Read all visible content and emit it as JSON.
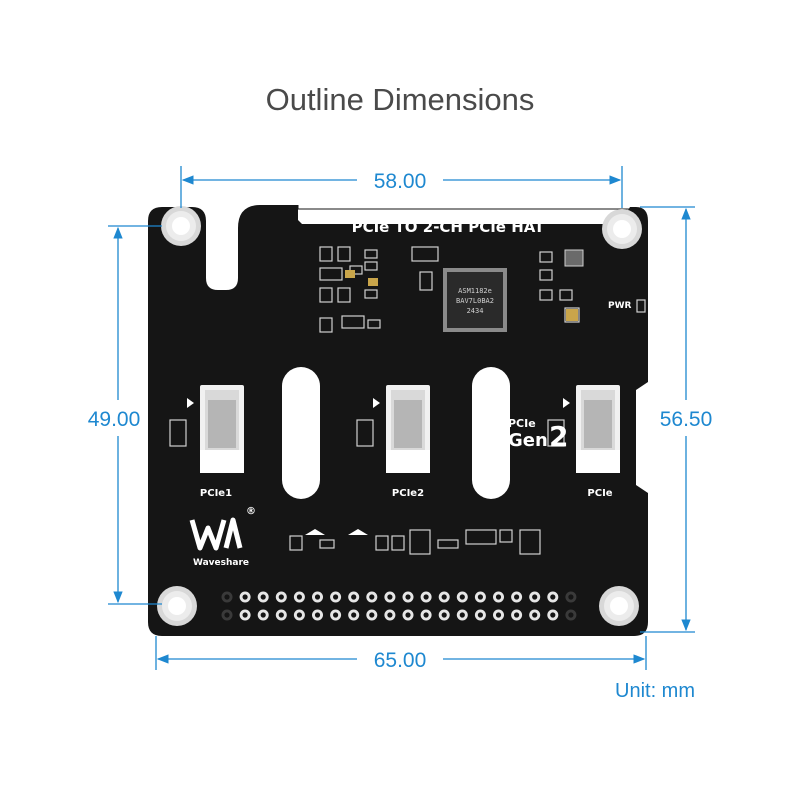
{
  "title": "Outline Dimensions",
  "dimensions": {
    "top_width": "58.00",
    "bottom_width": "65.00",
    "left_height": "49.00",
    "right_height": "56.50"
  },
  "unit_label": "Unit: mm",
  "board": {
    "name": "PCIe TO 2-CH PCIe HAT",
    "connectors": [
      "PCIe1",
      "PCIe2",
      "PCIe"
    ],
    "gen_prefix": "PCIe",
    "gen_word": "Gen",
    "gen_number": "2",
    "pwr_label": "PWR",
    "brand": "Waveshare",
    "registered_mark": "®",
    "chip_marking": [
      "ASM1182e",
      "BAV7L0BA2",
      "2434"
    ]
  },
  "colors": {
    "dimension": "#1e88d0",
    "board": "#151515",
    "silkscreen": "#ffffff",
    "title": "#4a4a4a"
  }
}
